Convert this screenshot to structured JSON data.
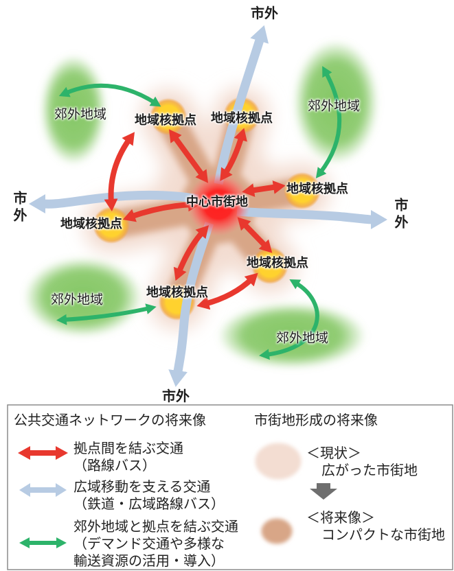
{
  "diagram": {
    "outside_top": "市外",
    "outside_bottom": "市外",
    "outside_left": "市外",
    "outside_right": "市外",
    "center_label": "中心市街地",
    "hubs": [
      "地域核拠点",
      "地域核拠点",
      "地域核拠点",
      "地域核拠点",
      "地域核拠点",
      "地域核拠点"
    ],
    "suburbs": [
      "郊外地域",
      "郊外地域",
      "郊外地域",
      "郊外地域"
    ]
  },
  "legend": {
    "transit_title": "公共交通ネットワークの将来像",
    "urban_title": "市街地形成の将来像",
    "transit": [
      {
        "line1": "拠点間を結ぶ交通",
        "line2": "（路線バス）"
      },
      {
        "line1": "広域移動を支える交通",
        "line2": "（鉄道・広域路線バス）"
      },
      {
        "line1": "郊外地域と拠点を結ぶ交通",
        "line2": "（デマンド交通や多様な",
        "line3": "輸送資源の活用・導入）"
      }
    ],
    "urban": [
      {
        "line1": "＜現状＞",
        "line2": "広がった市街地"
      },
      {
        "line1": "＜将来像＞",
        "line2": "コンパクトな市街地"
      }
    ]
  },
  "colors": {
    "hub_link_red": "#e8382e",
    "wide_area_blue": "#b7cbe3",
    "suburb_link_green": "#2db36a",
    "suburb_area_green": "#7ec45c",
    "hub_yellow": "#ffd22e",
    "center_red": "#ff1f1f",
    "compact_brown": "#d8a687",
    "sprawl_pink": "#f3ddd2",
    "legend_arrow_grey": "#6e6e6e"
  }
}
